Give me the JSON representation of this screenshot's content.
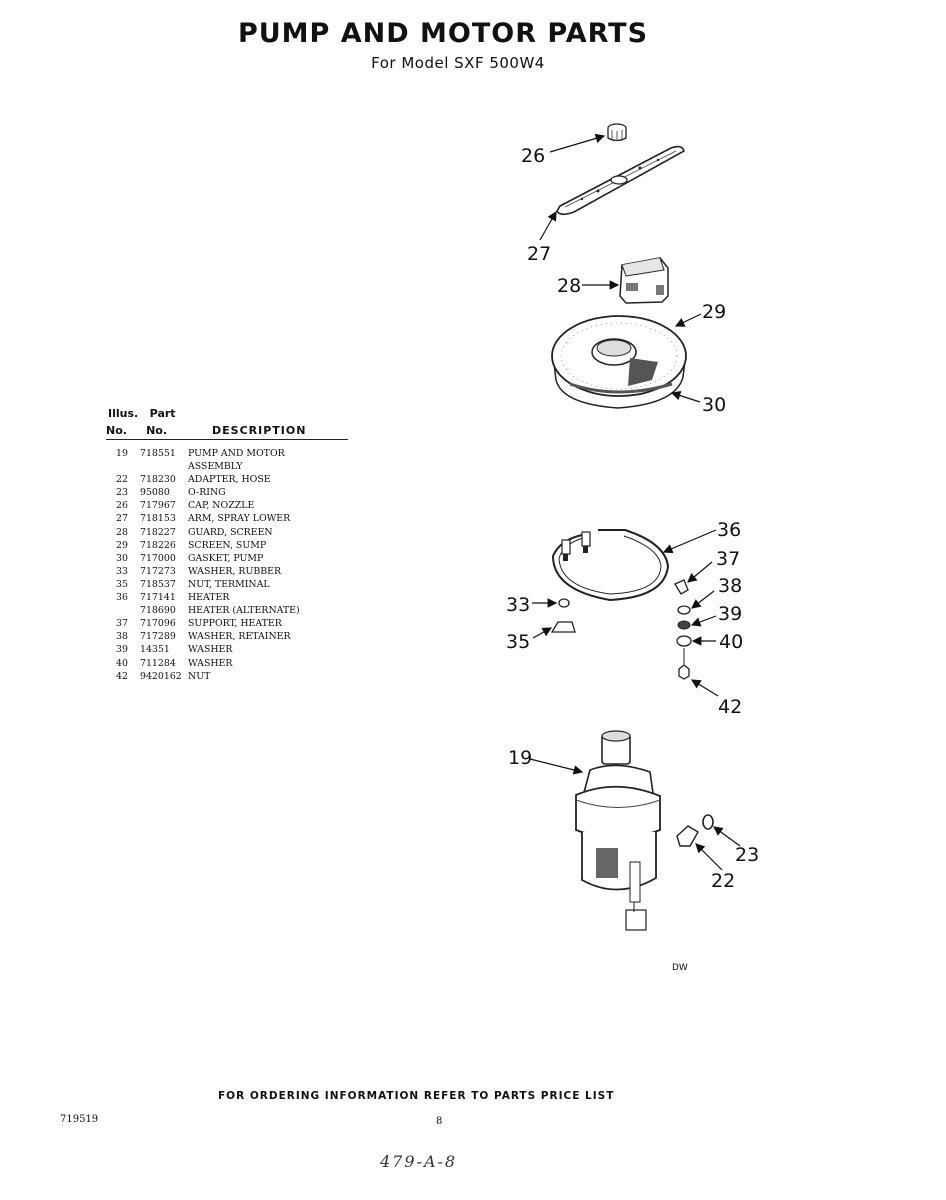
{
  "title": "PUMP AND MOTOR PARTS",
  "subtitle": "For Model SXF 500W4",
  "table": {
    "header_line1": "Illus.   Part",
    "header_line2": "No.     No.",
    "header_desc": "DESCRIPTION",
    "rows": [
      {
        "no": "19",
        "part": "718551",
        "desc": "PUMP AND MOTOR"
      },
      {
        "no": "",
        "part": "",
        "desc": "ASSEMBLY"
      },
      {
        "no": "22",
        "part": "718230",
        "desc": "ADAPTER, HOSE"
      },
      {
        "no": "23",
        "part": "95080",
        "desc": "O-RING"
      },
      {
        "no": "26",
        "part": "717967",
        "desc": "CAP, NOZZLE"
      },
      {
        "no": "27",
        "part": "718153",
        "desc": "ARM, SPRAY LOWER"
      },
      {
        "no": "28",
        "part": "718227",
        "desc": "GUARD, SCREEN"
      },
      {
        "no": "29",
        "part": "718226",
        "desc": "SCREEN, SUMP"
      },
      {
        "no": "30",
        "part": "717000",
        "desc": "GASKET, PUMP"
      },
      {
        "no": "33",
        "part": "717273",
        "desc": "WASHER, RUBBER"
      },
      {
        "no": "35",
        "part": "718537",
        "desc": "NUT, TERMINAL"
      },
      {
        "no": "36",
        "part": "717141",
        "desc": "HEATER"
      },
      {
        "no": "",
        "part": "718690",
        "desc": "HEATER (ALTERNATE)"
      },
      {
        "no": "37",
        "part": "717096",
        "desc": "SUPPORT, HEATER"
      },
      {
        "no": "38",
        "part": "717289",
        "desc": "WASHER, RETAINER"
      },
      {
        "no": "39",
        "part": "14351",
        "desc": "WASHER"
      },
      {
        "no": "40",
        "part": "711284",
        "desc": "WASHER"
      },
      {
        "no": "42",
        "part": "9420162",
        "desc": "NUT"
      }
    ]
  },
  "callouts": {
    "c26": "26",
    "c27": "27",
    "c28": "28",
    "c29": "29",
    "c30": "30",
    "c36": "36",
    "c37": "37",
    "c38": "38",
    "c33": "33",
    "c39": "39",
    "c35": "35",
    "c40": "40",
    "c42": "42",
    "c19": "19",
    "c23": "23",
    "c22": "22"
  },
  "diagram_code": "DW",
  "footer": "FOR ORDERING INFORMATION REFER TO PARTS PRICE LIST",
  "doc_number": "719519",
  "page_number": "8",
  "handwritten_note": "479-A-8"
}
